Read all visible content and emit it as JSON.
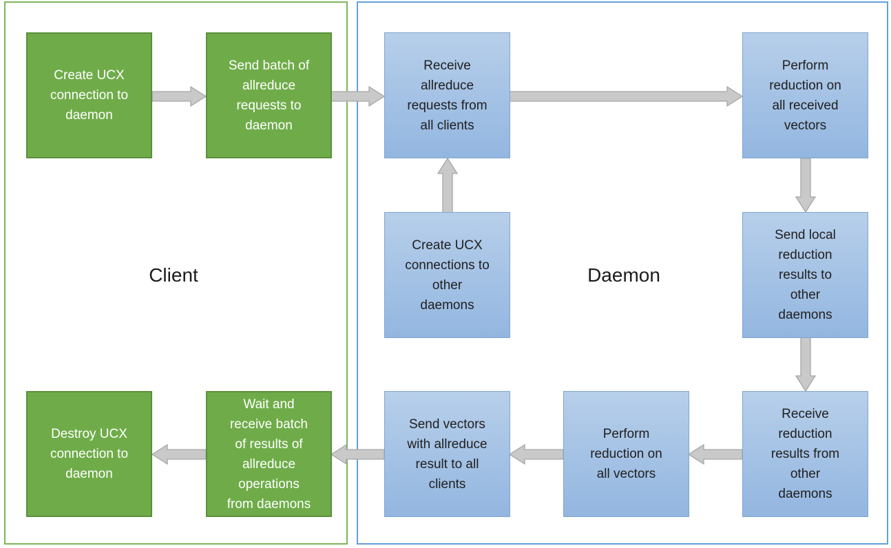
{
  "client": {
    "label": "Client",
    "boxes": [
      {
        "id": "create-ucx-connection",
        "label": "Create UCX\nconnection to\ndaemon"
      },
      {
        "id": "send-batch-of-allreduce-requests",
        "label": "Send batch of\nallreduce\nrequests to\ndaemon"
      },
      {
        "id": "wait-and-receive-batch-of-results",
        "label": "Wait and\nreceive batch\nof results of\nallreduce\noperations\nfrom daemons"
      },
      {
        "id": "destroy-ucx-connection",
        "label": "Destroy UCX\nconnection to\ndaemon"
      }
    ]
  },
  "daemon": {
    "label": "Daemon",
    "boxes": [
      {
        "id": "receive-allreduce-requests",
        "label": "Receive\nallreduce\nrequests from\nall clients"
      },
      {
        "id": "perform-reduction-on-received-vectors",
        "label": "Perform\nreduction on\nall received\nvectors"
      },
      {
        "id": "create-ucx-connections-to-other-daemons",
        "label": "Create UCX\nconnections to\nother\ndaemons"
      },
      {
        "id": "send-local-reduction-results",
        "label": "Send local\nreduction\nresults to\nother\ndaemons"
      },
      {
        "id": "receive-reduction-results",
        "label": "Receive\nreduction\nresults from\nother\ndaemons"
      },
      {
        "id": "perform-reduction-on-all-vectors",
        "label": "Perform\nreduction on\nall vectors"
      },
      {
        "id": "send-vectors-with-allreduce-result",
        "label": "Send vectors\nwith allreduce\nresult to all\nclients"
      }
    ]
  },
  "arrows": [
    {
      "from": "create-ucx-connection",
      "to": "send-batch-of-allreduce-requests",
      "direction": "right"
    },
    {
      "from": "send-batch-of-allreduce-requests",
      "to": "receive-allreduce-requests",
      "direction": "right"
    },
    {
      "from": "receive-allreduce-requests",
      "to": "perform-reduction-on-received-vectors",
      "direction": "right"
    },
    {
      "from": "create-ucx-connections-to-other-daemons",
      "to": "receive-allreduce-requests",
      "direction": "up"
    },
    {
      "from": "perform-reduction-on-received-vectors",
      "to": "send-local-reduction-results",
      "direction": "down"
    },
    {
      "from": "send-local-reduction-results",
      "to": "receive-reduction-results",
      "direction": "down"
    },
    {
      "from": "receive-reduction-results",
      "to": "perform-reduction-on-all-vectors",
      "direction": "left"
    },
    {
      "from": "perform-reduction-on-all-vectors",
      "to": "send-vectors-with-allreduce-result",
      "direction": "left"
    },
    {
      "from": "send-vectors-with-allreduce-result",
      "to": "wait-and-receive-batch-of-results",
      "direction": "left"
    },
    {
      "from": "wait-and-receive-batch-of-results",
      "to": "destroy-ucx-connection",
      "direction": "left"
    }
  ],
  "colors": {
    "background": "#FFFFFF",
    "client_box_fill": "#6FAC49",
    "client_box_border": "#5A8F3C",
    "client_frame_border": "#7CB75B",
    "client_text": "#FFFFFF",
    "daemon_box_fill_top": "#B7CFEA",
    "daemon_box_fill_bottom": "#93B6E0",
    "daemon_box_border": "#7FA5CD",
    "daemon_frame_border": "#64A0DB",
    "daemon_text": "#202020",
    "arrow_fill": "#C9C9C9",
    "arrow_stroke": "#A6A6A6",
    "label_text": "#1C1C1C"
  }
}
